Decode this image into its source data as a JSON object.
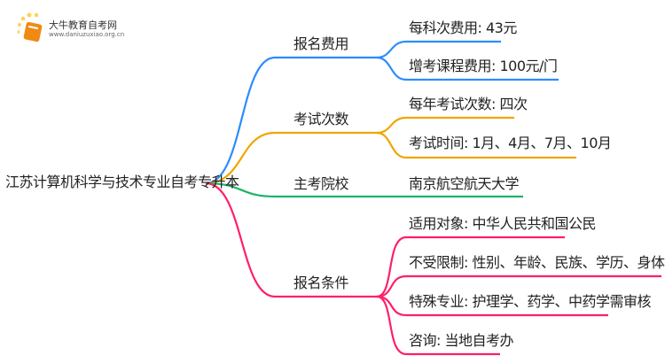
{
  "logo": {
    "title": "大牛教育自考网",
    "url": "www.daniuzuxiao.org.cn"
  },
  "root": {
    "label": "江苏计算机科学与技术专业自考专升本"
  },
  "colors": {
    "fee": "#2b8cff",
    "exam": "#f0a500",
    "school": "#1db36a",
    "conditions": "#ff1f6b"
  },
  "branches": [
    {
      "label": "报名费用",
      "leaves": [
        "每科次费用: 43元",
        "增考课程费用: 100元/门"
      ]
    },
    {
      "label": "考试次数",
      "leaves": [
        "每年考试次数: 四次",
        "考试时间: 1月、4月、7月、10月"
      ]
    },
    {
      "label": "主考院校",
      "leaves": [
        "南京航空航天大学"
      ]
    },
    {
      "label": "报名条件",
      "leaves": [
        "适用对象: 中华人民共和国公民",
        "不受限制: 性别、年龄、民族、学历、身体健康状况",
        "特殊专业: 护理学、药学、中药学需审核",
        "咨询: 当地自考办"
      ]
    }
  ]
}
